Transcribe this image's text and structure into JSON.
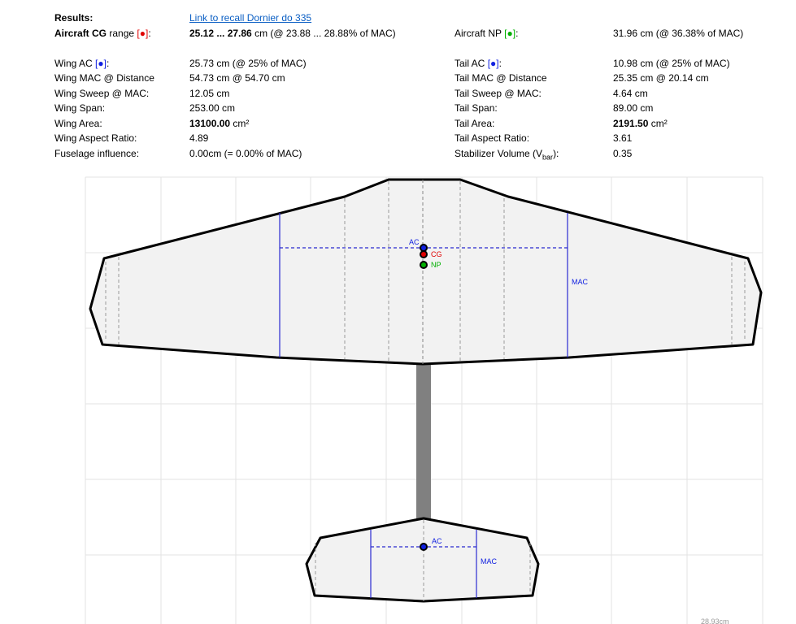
{
  "results": {
    "heading": "Results:",
    "recall_link": "Link to recall Dornier do 335",
    "cg_label": "Aircraft CG",
    "cg_label_suffix": "range",
    "cg_bold": "25.12 ... 27.86",
    "cg_rest": "cm (@ 23.88 ... 28.88% of MAC)",
    "np_label": "Aircraft NP",
    "np_value": "31.96 cm (@ 36.38% of MAC)"
  },
  "wing": {
    "rows": [
      {
        "label": "Wing AC",
        "marker": "ac",
        "value": "25.73 cm (@ 25% of MAC)"
      },
      {
        "label": "Wing MAC @ Distance",
        "value": "54.73 cm @ 54.70 cm"
      },
      {
        "label": "Wing Sweep @ MAC:",
        "value": "12.05 cm"
      },
      {
        "label": "Wing Span:",
        "value": "253.00 cm"
      },
      {
        "label": "Wing Area:",
        "value_bold": "13100.00",
        "value_unit": "cm²"
      },
      {
        "label": "Wing Aspect Ratio:",
        "value": "4.89"
      },
      {
        "label": "Fuselage influence:",
        "value": "0.00cm (= 0.00% of MAC)"
      }
    ]
  },
  "tail": {
    "rows": [
      {
        "label": "Tail AC",
        "marker": "ac",
        "value": "10.98 cm (@ 25% of MAC)"
      },
      {
        "label": "Tail MAC @ Distance",
        "value": "25.35 cm @ 20.14 cm"
      },
      {
        "label": "Tail Sweep @ MAC:",
        "value": "4.64 cm"
      },
      {
        "label": "Tail Span:",
        "value": "89.00 cm"
      },
      {
        "label": "Tail Area:",
        "value_bold": "2191.50",
        "value_unit": "cm²"
      },
      {
        "label": "Tail Aspect Ratio:",
        "value": "3.61"
      },
      {
        "label": "Stabilizer Volume (V",
        "label_sub": "bar",
        "label_end": "):",
        "value": "0.35"
      }
    ]
  },
  "marker_symbol": "[●]",
  "diagram": {
    "ac_label": "AC",
    "cg_label": "CG",
    "np_label": "NP",
    "mac_label": "MAC",
    "tail_ac_label": "AC",
    "tail_mac_label": "MAC",
    "scale_label": "28.93cm"
  },
  "colors": {
    "link": "#0b5fc4",
    "cg": "#e00000",
    "ac": "#1020e0",
    "np": "#00b000",
    "mac_line": "#2a2ad0",
    "outline": "#000000",
    "fill": "#f2f2f2",
    "fuselage": "#808080",
    "grid": "#e0e0e0"
  }
}
